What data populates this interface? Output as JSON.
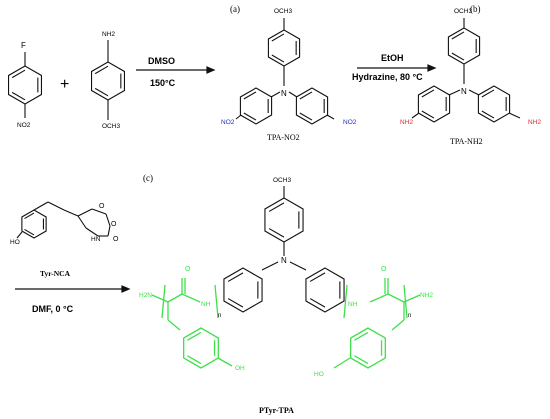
{
  "panel_labels": {
    "a": "(a)",
    "b": "(b)",
    "c": "(c)"
  },
  "substituents": {
    "F": "F",
    "NO2": "NO2",
    "NH2": "NH2",
    "OCH3": "OCH3",
    "N": "N",
    "O": "O",
    "HN": "HN",
    "NH": "NH",
    "HO": "HO",
    "OH": "OH",
    "H2N": "H2N",
    "n": "n"
  },
  "plus": "+",
  "step1": {
    "solvent": "DMSO",
    "temperature": "150°C"
  },
  "step2": {
    "solvent": "EtOH",
    "reagent": "Hydrazine, 80 °C"
  },
  "step3": {
    "solvent": "DMF, 0 °C"
  },
  "compounds": {
    "tpa_no2": "TPA-NO2",
    "tpa_nh2": "TPA-NH2",
    "tyr_nca": "Tyr-NCA",
    "ptyr_tpa": "PTyr-TPA"
  },
  "colors": {
    "nitro": "#1a2fb8",
    "amine": "#e8262b",
    "polymer": "#3ee04a",
    "ink": "#111111"
  }
}
